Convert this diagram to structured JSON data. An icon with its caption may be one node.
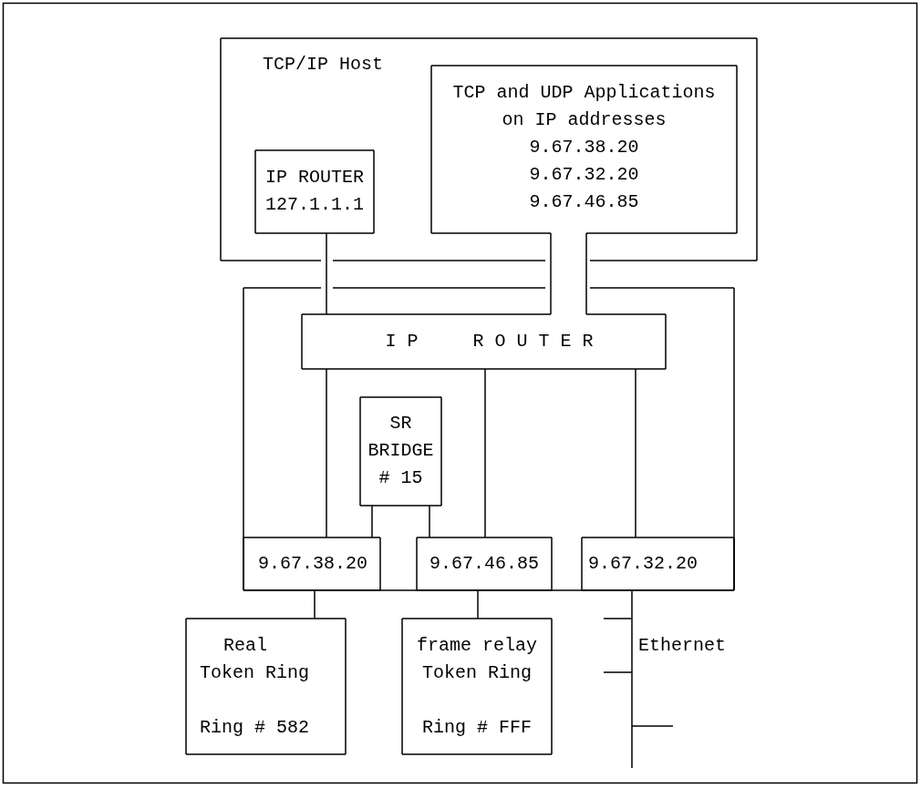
{
  "diagram": {
    "nodes": [
      {
        "text": [
          "TCP/IP Host"
        ]
      },
      {
        "text": [
          "IP ROUTER 127.1.1.1"
        ],
        "in": 0
      },
      {
        "text": [
          "TCP and UDP Applications on IP addresses",
          "9.67.38.20",
          "9.67.32.20",
          "9.67.46.85"
        ],
        "in": 0
      },
      {
        "text": [],
        "shape": "box"
      },
      {
        "text": [
          "IP ROUTER"
        ],
        "in": 3
      },
      {
        "text": [
          "SR BRIDGE # 15"
        ],
        "in": 3
      },
      {
        "text": [
          "9.67.38.20"
        ],
        "in": 3
      },
      {
        "text": [
          "9.67.46.85"
        ],
        "in": 3
      },
      {
        "text": [
          "9.67.32.20"
        ],
        "in": 3
      },
      {
        "text": [
          "Real",
          "Token Ring",
          "Ring # 582"
        ]
      },
      {
        "text": [
          "frame relay Token Ring",
          "Ring # FFF"
        ]
      },
      {
        "text": [],
        "shape": "bar",
        "beside": [
          "Ethernet"
        ]
      }
    ],
    "edges": [
      {
        "from": 1,
        "to": 4,
        "arrow": "none"
      },
      {
        "from": 2,
        "to": 4,
        "arrow": "none"
      },
      {
        "from": 2,
        "to": 4,
        "arrow": "none"
      },
      {
        "from": 4,
        "to": 6,
        "arrow": "none"
      },
      {
        "from": 4,
        "to": 7,
        "arrow": "none"
      },
      {
        "from": 4,
        "to": 8,
        "arrow": "none"
      },
      {
        "from": 5,
        "to": 6,
        "arrow": "none"
      },
      {
        "from": 5,
        "to": 7,
        "arrow": "none"
      },
      {
        "from": 6,
        "to": 9,
        "arrow": "none"
      },
      {
        "from": 7,
        "to": 10,
        "arrow": "none"
      },
      {
        "from": 8,
        "to": 11,
        "arrow": "none"
      }
    ]
  }
}
